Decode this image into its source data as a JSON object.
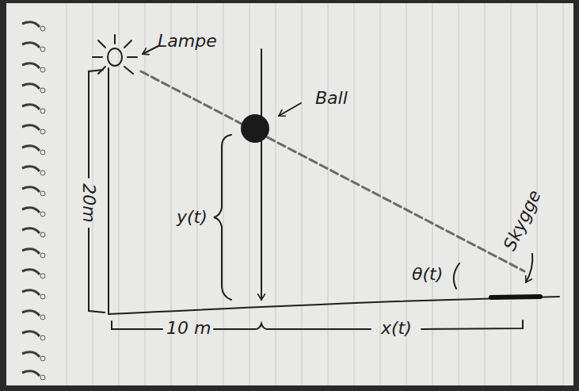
{
  "diagram": {
    "labels": [
      "Lampe",
      "Ball",
      "20m",
      "y(t)",
      "10 m",
      "x(t)",
      "θ(t)",
      "Skygge"
    ]
  }
}
